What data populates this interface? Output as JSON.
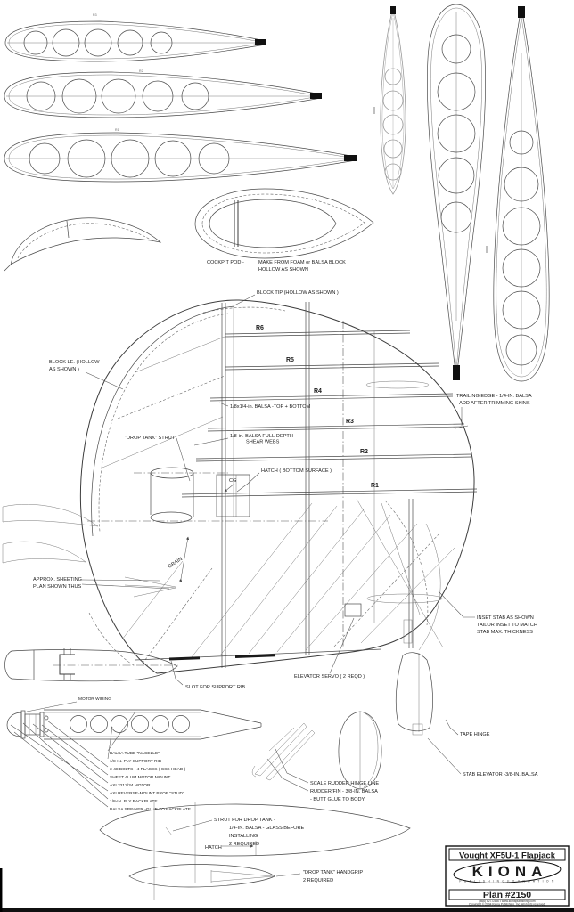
{
  "labels": {
    "cockpit_pod": "COCKPIT POD -",
    "cockpit_note": [
      "MAKE FROM FOAM or BALSA BLOCK",
      "HOLLOW AS SHOWN"
    ],
    "block_tip": "BLOCK TIP (HOLLOW AS SHOWN )",
    "block_le": [
      "BLOCK LE. (HOLLOW",
      "AS SHOWN )"
    ],
    "balsa_cap": "1/8x1/4-in. BALSA -TOP + BOTTOM",
    "drop_tank_strut": "\"DROP TANK\" STRUT",
    "shear_webs": [
      "1/8-in. BALSA FULL-DEPTH",
      "SHEAR WEBS"
    ],
    "hatch_bottom": "HATCH ( BOTTOM SURFACE )",
    "cg": "CG",
    "trailing_edge": [
      "TRAILING EDGE - 1/4-IN. BALSA",
      "- ADD AFTER TRIMMING SKINS"
    ],
    "approx_sheeting": [
      "APPROX.  SHEETING",
      "PLAN SHOWN THUS"
    ],
    "grain": "GRAIN",
    "inset_stab": [
      "INSET STAB AS SHOWN",
      "TAILOR INSET TO MATCH",
      "STAB MAX.  THICKNESS"
    ],
    "elevator_servo": "ELEVATOR SERVO ( 2 REQD )",
    "slot_support": "SLOT FOR SUPPORT RIB",
    "motor_wiring": "MOTOR WIRING",
    "tape_hinge": "TAPE HINGE",
    "stab_elevator": "STAB ELEVATOR -3/8-IN. BALSA",
    "rudder_notes": [
      "SCALE RUDDER HINGE LINE",
      "RUDDER/FIN - 3/8-IN. BALSA",
      "- BUTT GLUE TO BODY"
    ],
    "nacelle_notes": [
      "BALSA TUBE \"NACELLE\"",
      "1/8-IN. PLY SUPPORT RIB",
      "3-48 BOLTS - 4 PLACES ( CSK HEAD )",
      "SHEET ALUM MOTOR MOUNT",
      "AXI 2212/34 MOTOR",
      "AXI REVERSE-MOUNT PROP \"STUD\"",
      "1/8-IN. PLY BACKPLATE",
      "BALSA SPINNER -GLUE TO BACKPLATE"
    ],
    "strut_notes": [
      "STRUT FOR DROP TANK -",
      "1/4-IN. BALSA - GLASS BEFORE",
      "INSTALLING",
      "2 REQUIRED"
    ],
    "hatch_plan": "HATCH",
    "handgrip_notes": [
      "\"DROP TANK\" HANDGRIP",
      "2 REQUIRED"
    ]
  },
  "ribs": [
    "R6",
    "R5",
    "R4",
    "R3",
    "R2",
    "R1"
  ],
  "section_labels": [
    "R3",
    "R2",
    "R1"
  ],
  "title_block": {
    "plane_name": "Vought XF5U-1 Flapjack",
    "brand": "KIONA",
    "brand_sub": "P U B L I S H I N G   F O U N D A T I O N",
    "plan_number": "Plan #2150",
    "phone_web": "(866) 627-0456 • www.kionapublishing.com",
    "copyright": "Copyright © 2004 Kiona Publishing, Inc. All rights reserved."
  },
  "colors": {
    "line": "#4a4a4a",
    "ink": "#1c1c1c",
    "paper": "#ffffff"
  }
}
